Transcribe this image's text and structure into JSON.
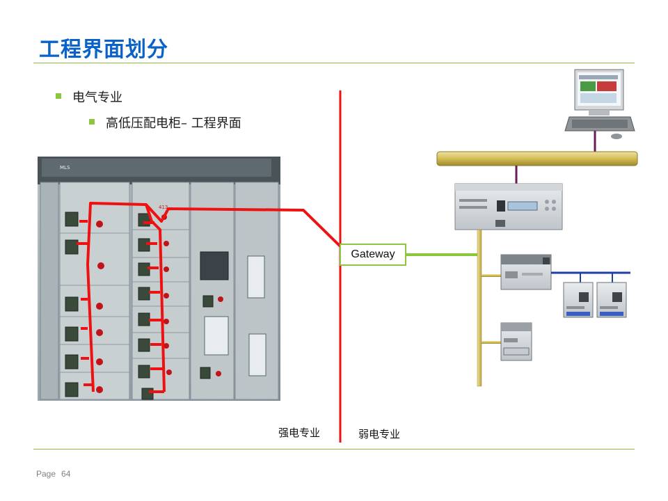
{
  "title": "工程界面划分",
  "bullets": {
    "level1": "电气专业",
    "level2": "高低压配电柜– 工程界面"
  },
  "gateway_label": "Gateway",
  "zones": {
    "left": "强电专业",
    "right": "弱电专业"
  },
  "panel_labels": {
    "tag1": "MLS",
    "tag2": "413"
  },
  "footer": {
    "page_label": "Page",
    "page_number": "64"
  },
  "colors": {
    "title": "#0a62c8",
    "accent_green": "#8cc63f",
    "wiring_red": "#ee1111",
    "bus_yellow": "#d8c35a",
    "field_bus_blue": "#1f3fa8"
  }
}
